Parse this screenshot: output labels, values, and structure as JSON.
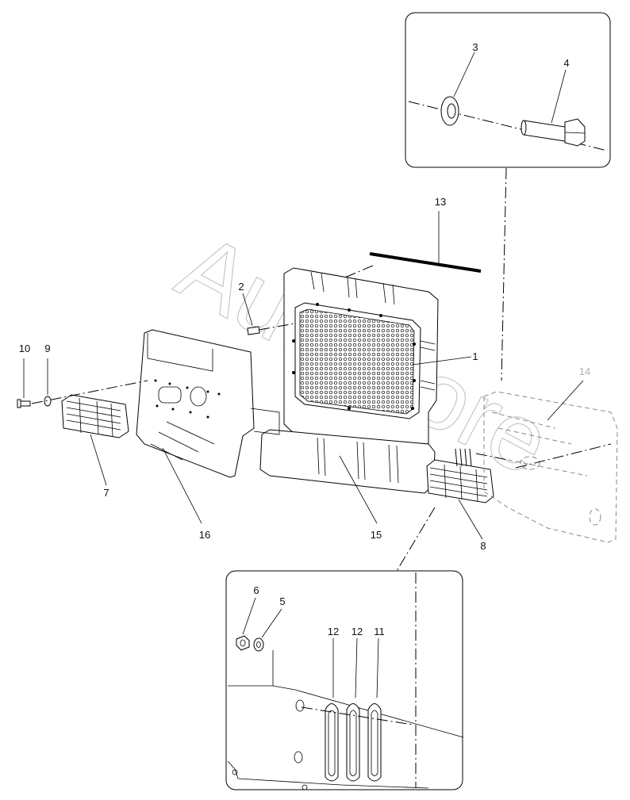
{
  "watermark": "AutoCore",
  "callouts": {
    "c1": "1",
    "c2": "2",
    "c3": "3",
    "c4": "4",
    "c5": "5",
    "c6": "6",
    "c7": "7",
    "c8": "8",
    "c9": "9",
    "c10": "10",
    "c11": "11",
    "c12a": "12",
    "c12b": "12",
    "c13": "13",
    "c14": "14",
    "c15": "15",
    "c16": "16"
  },
  "colors": {
    "line": "#000000",
    "callout_grey": "#b0b0b0",
    "watermark": "#bdbdbd",
    "background": "#ffffff"
  }
}
